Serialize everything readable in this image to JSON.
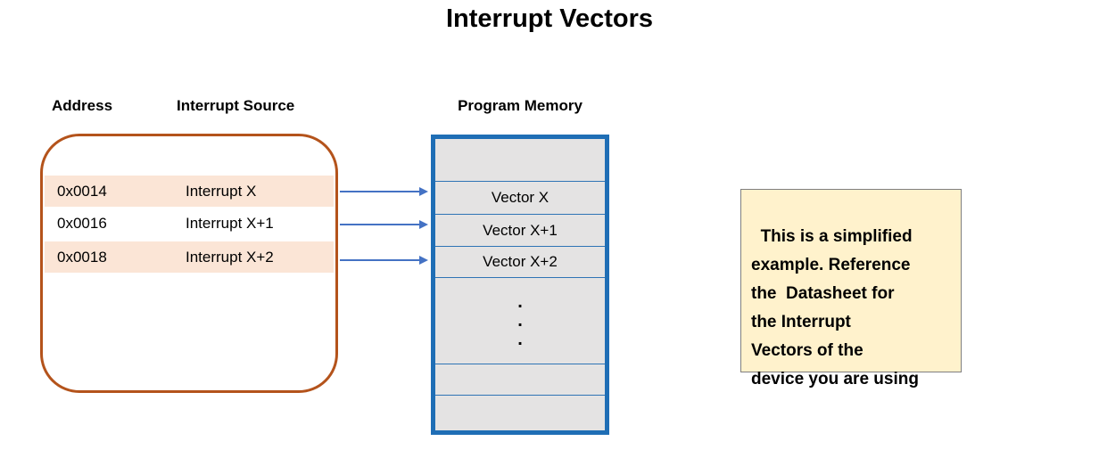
{
  "title": "Interrupt Vectors",
  "headers": {
    "address": "Address",
    "interrupt_source": "Interrupt Source",
    "program_memory": "Program Memory"
  },
  "vector_table": {
    "rows": [
      {
        "address": "0x0014",
        "source": "Interrupt X",
        "highlighted": true
      },
      {
        "address": "0x0016",
        "source": "Interrupt X+1",
        "highlighted": false
      },
      {
        "address": "0x0018",
        "source": "Interrupt X+2",
        "highlighted": true
      }
    ]
  },
  "memory": {
    "rows": [
      "Vector X",
      "Vector X+1",
      "Vector X+2"
    ],
    "dots": [
      ".",
      ".",
      "."
    ]
  },
  "note": {
    "text": "This is a simplified\nexample. Reference\nthe  Datasheet for\nthe Interrupt\nVectors of the\ndevice you are using"
  },
  "colors": {
    "table_border": "#B4531B",
    "row_highlight": "#FBE5D6",
    "memory_border": "#1F6EB5",
    "memory_fill": "#E4E3E3",
    "memory_line": "#2E74B5",
    "arrow_blue": "#4472C4",
    "note_fill": "#FFF2CC",
    "note_border": "#7F7F7F"
  }
}
